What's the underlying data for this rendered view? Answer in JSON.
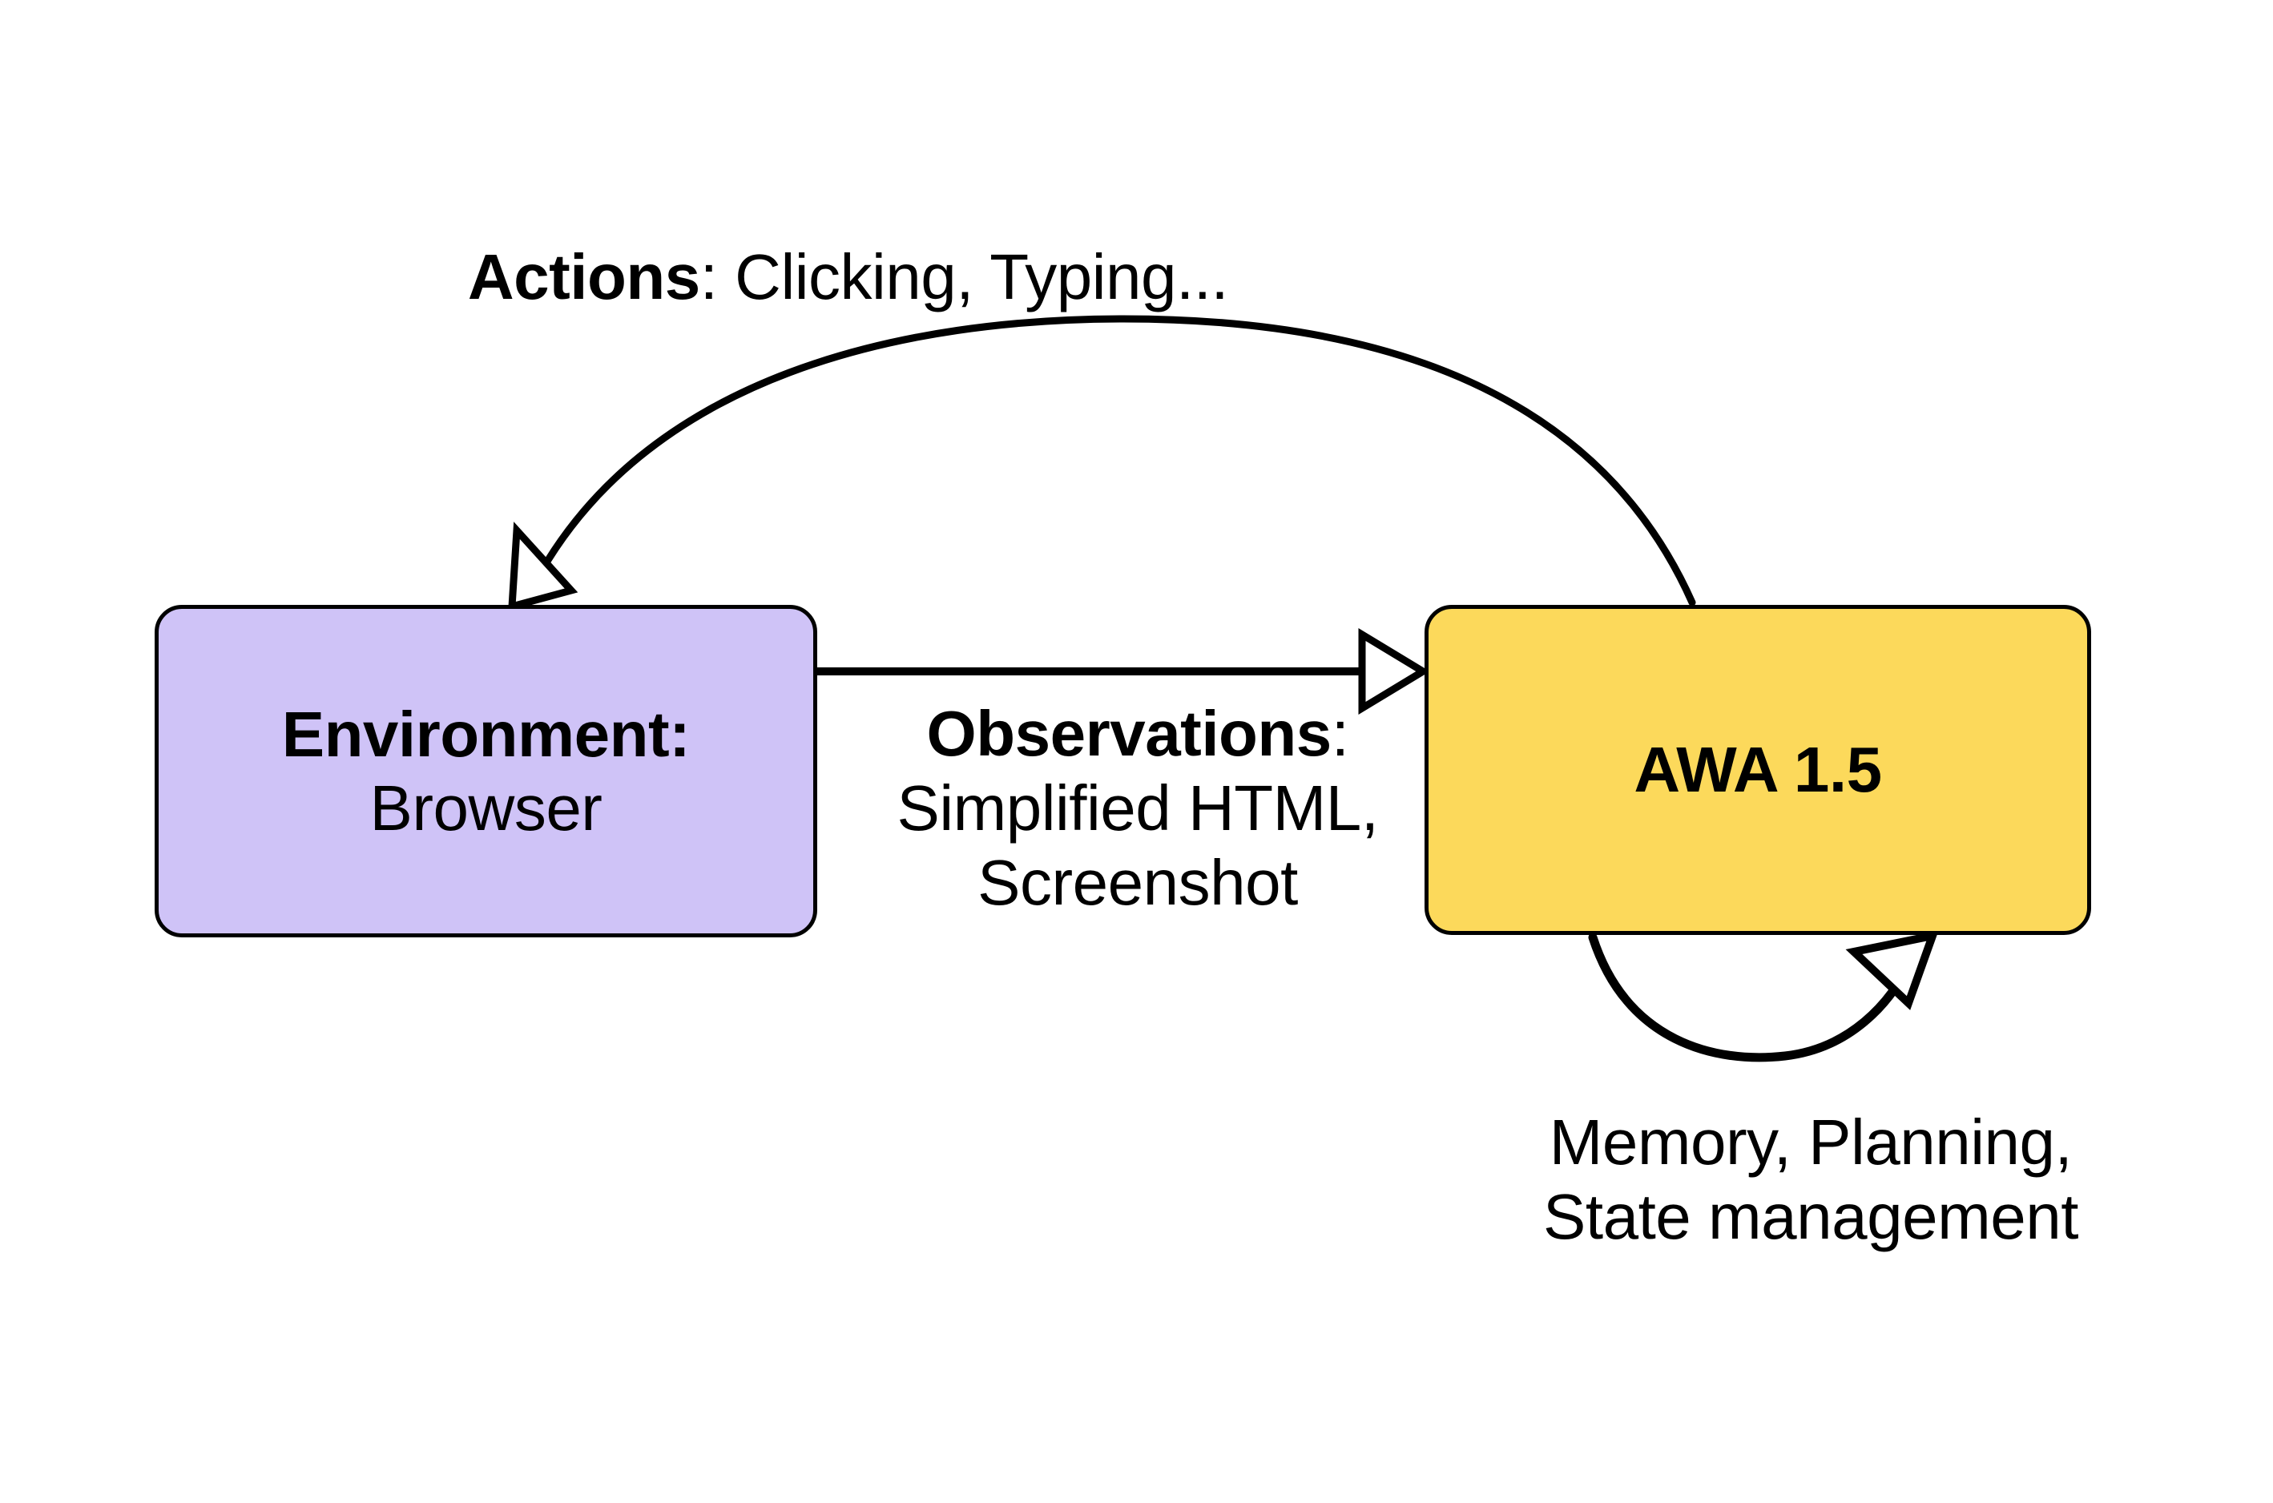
{
  "diagram": {
    "type": "agent-environment-loop",
    "nodes": [
      {
        "id": "environment",
        "title": "Environment:",
        "subtitle": "Browser",
        "fill": "#CFC3F7",
        "stroke": "#000000"
      },
      {
        "id": "agent",
        "title": "AWA 1.5",
        "fill": "#FCD95B",
        "stroke": "#000000"
      }
    ],
    "edges": [
      {
        "id": "actions",
        "from": "agent",
        "to": "environment",
        "shape": "arc-over",
        "label_strong": "Actions",
        "label_plain": ": Clicking, Typing..."
      },
      {
        "id": "observations",
        "from": "environment",
        "to": "agent",
        "shape": "straight",
        "label_strong": "Observations",
        "label_plain": ":",
        "label_line2": "Simplified HTML,",
        "label_line3": "Screenshot"
      },
      {
        "id": "self-loop",
        "from": "agent",
        "to": "agent",
        "shape": "loop-below",
        "label_line1": "Memory, Planning,",
        "label_line2": "State management"
      }
    ],
    "icons": {
      "arrowhead": "open-triangle-arrowhead"
    }
  }
}
